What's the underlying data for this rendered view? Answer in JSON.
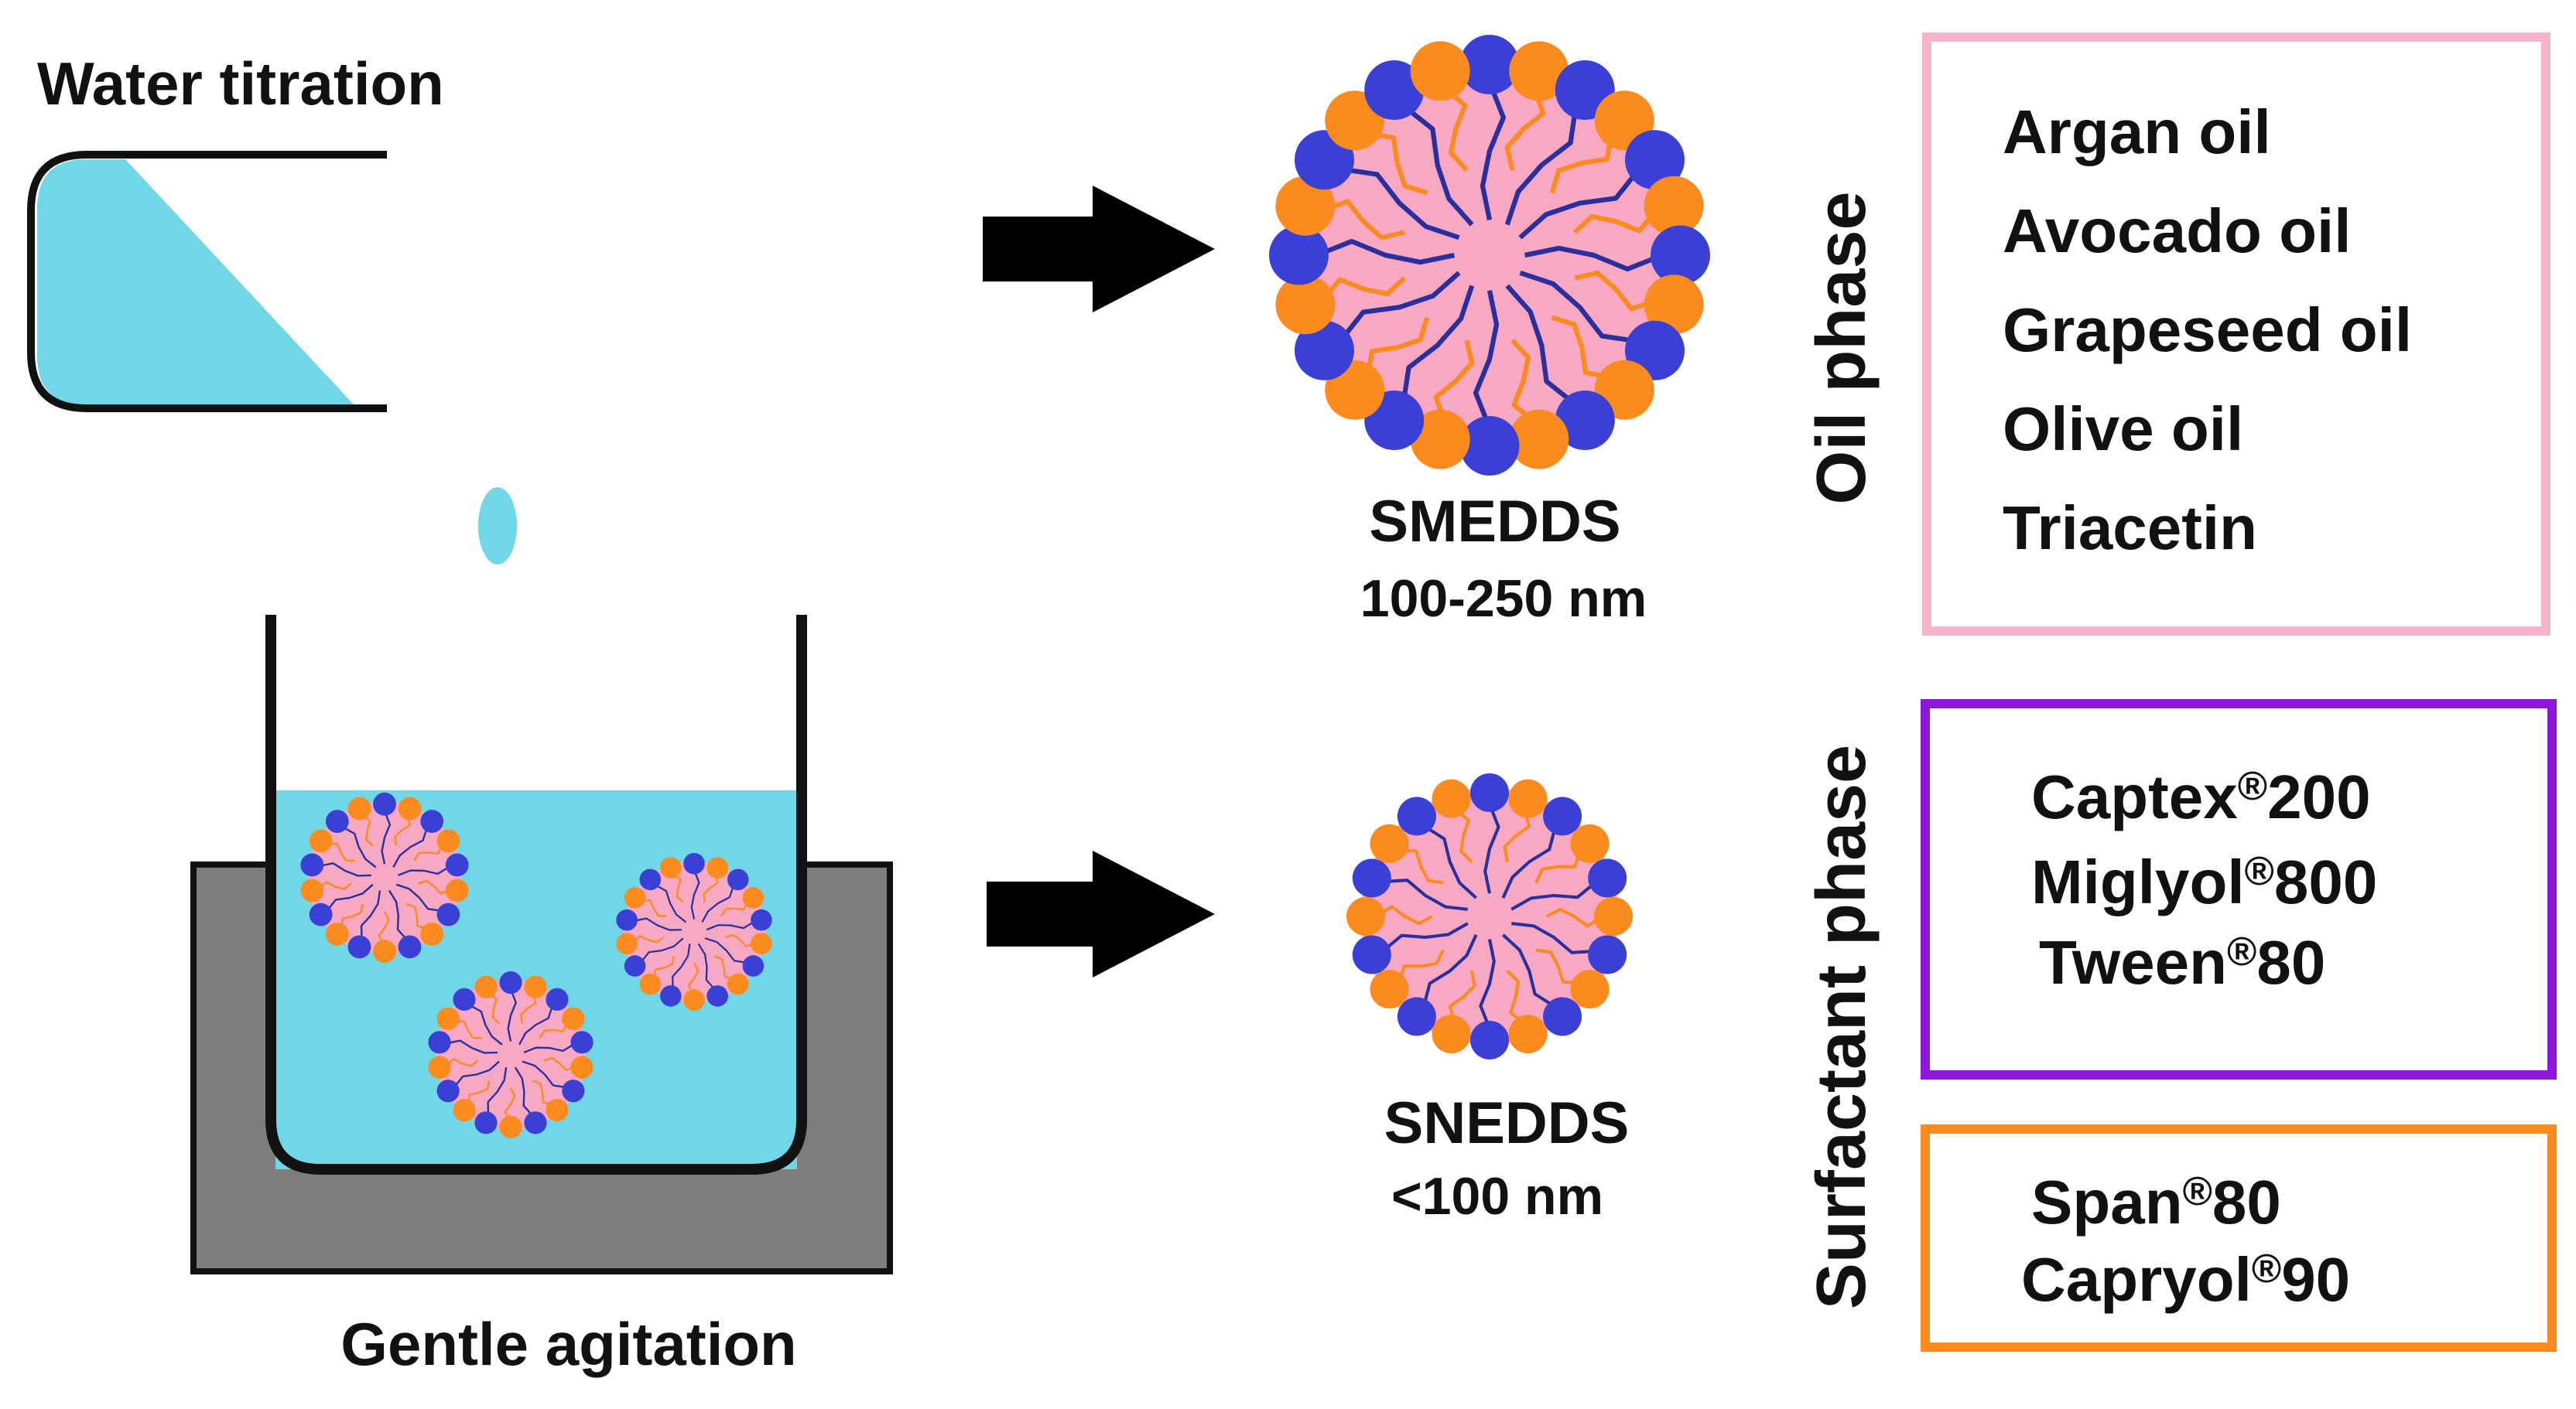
{
  "titration": {
    "label": "Water titration"
  },
  "agitation": {
    "label": "Gentle agitation"
  },
  "smedds": {
    "name": "SMEDDS",
    "size": "100-250 nm"
  },
  "snedds": {
    "name": "SNEDDS",
    "size": "<100 nm"
  },
  "oil_phase": {
    "title": "Oil phase",
    "items": [
      "Argan oil",
      "Avocado oil",
      "Grapeseed oil",
      "Olive oil",
      "Triacetin"
    ]
  },
  "surfactant_phase": {
    "title": "Surfactant phase",
    "group_a": [
      {
        "name": "Captex",
        "mark": "®",
        "num": "200"
      },
      {
        "name": "Miglyol",
        "mark": "®",
        "num": "800"
      },
      {
        "name": "Tween",
        "mark": "®",
        "num": "80"
      }
    ],
    "group_b": [
      {
        "name": "Span",
        "mark": "®",
        "num": "80"
      },
      {
        "name": "Capryol",
        "mark": "®",
        "num": "90"
      }
    ]
  },
  "colors": {
    "water": "#6fd7e6",
    "micelle_core": "#f7a9c3",
    "head_blue": "#3a3fd6",
    "head_orange": "#fb8a1f",
    "tail_navy": "#2a2f9e",
    "bath_gray": "#7d7d7d",
    "oil_box_border": "#f5b3cb",
    "surfactant_box_a_border": "#8a18d6",
    "surfactant_box_b_border": "#fb8a1f",
    "arrow": "#000000"
  }
}
